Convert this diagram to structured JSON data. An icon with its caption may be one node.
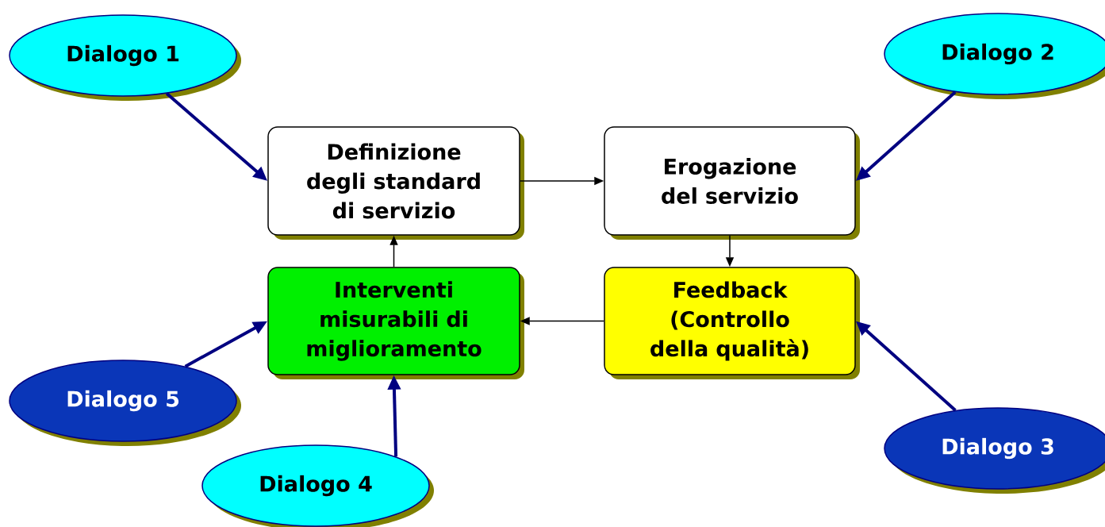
{
  "diagram": {
    "nodes": [
      {
        "text": [
          "Dialogo 1"
        ]
      },
      {
        "text": [
          "Dialogo 2"
        ]
      },
      {
        "text": [
          "Definizione degli standard di servizio"
        ]
      },
      {
        "text": [
          "Erogazione del servizio"
        ]
      },
      {
        "text": [
          "Interventi misurabili di miglioramento"
        ]
      },
      {
        "text": [
          "Feedback (Controllo della qualità)"
        ]
      },
      {
        "text": [
          "Dialogo 5"
        ]
      },
      {
        "text": [
          "Dialogo 4"
        ]
      },
      {
        "text": [
          "Dialogo 3"
        ]
      }
    ],
    "edges": [
      {
        "from": 0,
        "to": 2,
        "arrow": "to"
      },
      {
        "from": 1,
        "to": 3,
        "arrow": "to"
      },
      {
        "from": 2,
        "to": 3,
        "arrow": "to",
        "color": "#000000"
      },
      {
        "from": 3,
        "to": 5,
        "arrow": "to",
        "color": "#000000"
      },
      {
        "from": 5,
        "to": 4,
        "arrow": "to",
        "color": "#000000"
      },
      {
        "from": 4,
        "to": 2,
        "arrow": "to",
        "color": "#000000"
      },
      {
        "from": 8,
        "to": 5,
        "arrow": "to"
      },
      {
        "from": 7,
        "to": 4,
        "arrow": "to"
      },
      {
        "from": 6,
        "to": 4,
        "arrow": "to"
      }
    ]
  }
}
